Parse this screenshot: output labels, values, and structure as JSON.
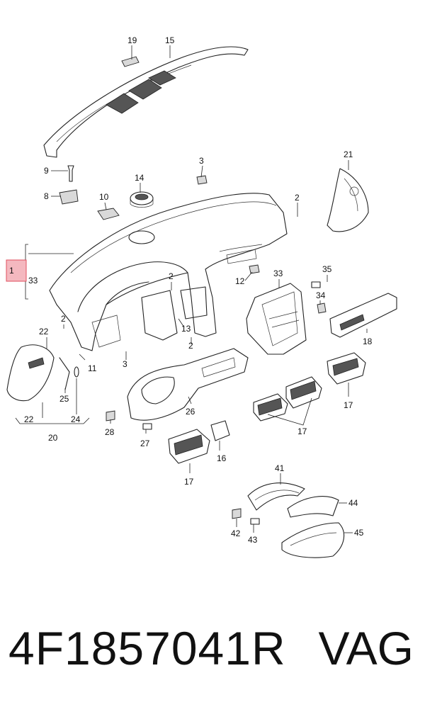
{
  "labels": {
    "n19": "19",
    "n15": "15",
    "n21": "21",
    "n9": "9",
    "n3a": "3",
    "n14": "14",
    "n8": "8",
    "n10": "10",
    "n2a": "2",
    "n1": "1",
    "n33a": "33",
    "n2b": "2",
    "n12": "12",
    "n33b": "33",
    "n35": "35",
    "n34": "34",
    "n2c": "2",
    "n13": "13",
    "n22a": "22",
    "n11": "11",
    "n2d": "2",
    "n3b": "3",
    "n18": "18",
    "n25": "25",
    "n24": "24",
    "n22b": "22",
    "n20": "20",
    "n26": "26",
    "n17a": "17",
    "n28": "28",
    "n27": "27",
    "n17b": "17",
    "n16": "16",
    "n17c": "17",
    "n41": "41",
    "n44": "44",
    "n42": "42",
    "n43": "43",
    "n45": "45"
  },
  "footer": {
    "part_number": "4F1857041R",
    "brand": "VAG"
  }
}
